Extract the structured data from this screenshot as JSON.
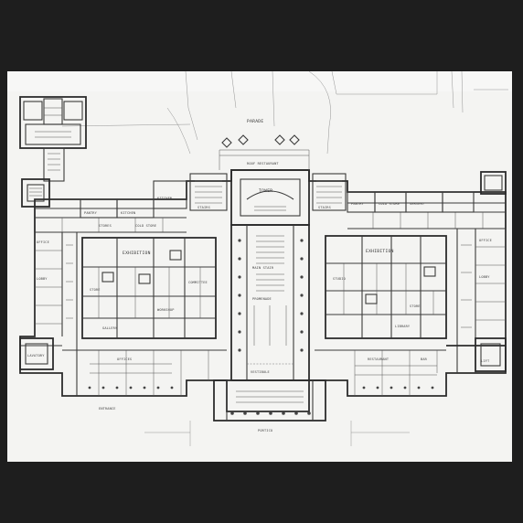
{
  "drawing": {
    "labels": {
      "parade": "PARADE",
      "roof_restaurant": "ROOF RESTAURANT",
      "stairs_left": "STAIRS",
      "stairs_right": "STAIRS",
      "tower": "TOWER",
      "pantry": "PANTRY",
      "kitchen": "KITCHEN",
      "kitchen_2": "KITCHEN",
      "stores": "STORES",
      "cold_store": "COLD STORE",
      "office_left": "OFFICE",
      "office_right": "OFFICE",
      "pantry_right": "PANTRY",
      "cold_store_right": "COLD STORE",
      "servery": "SERVERY",
      "lobby_left": "LOBBY",
      "lobby_right": "LOBBY",
      "exhibition_hall_left": "EXHIBITION",
      "exhibition_hall_right": "EXHIBITION",
      "promenade": "PROMENADE",
      "vestibule": "VESTIBULE",
      "portico": "PORTICO",
      "office_block": "OFFICES",
      "store_left": "STORE",
      "store_right": "STORE",
      "workshop": "WORKSHOP",
      "lavatory": "LAVATORY",
      "restaurant": "RESTAURANT",
      "bar": "BAR",
      "studio": "STUDIO",
      "committee": "COMMITTEE",
      "library": "LIBRARY",
      "gallery": "GALLERY",
      "entrance": "ENTRANCE",
      "lift": "LIFT",
      "main_stair": "MAIN STAIR"
    }
  }
}
